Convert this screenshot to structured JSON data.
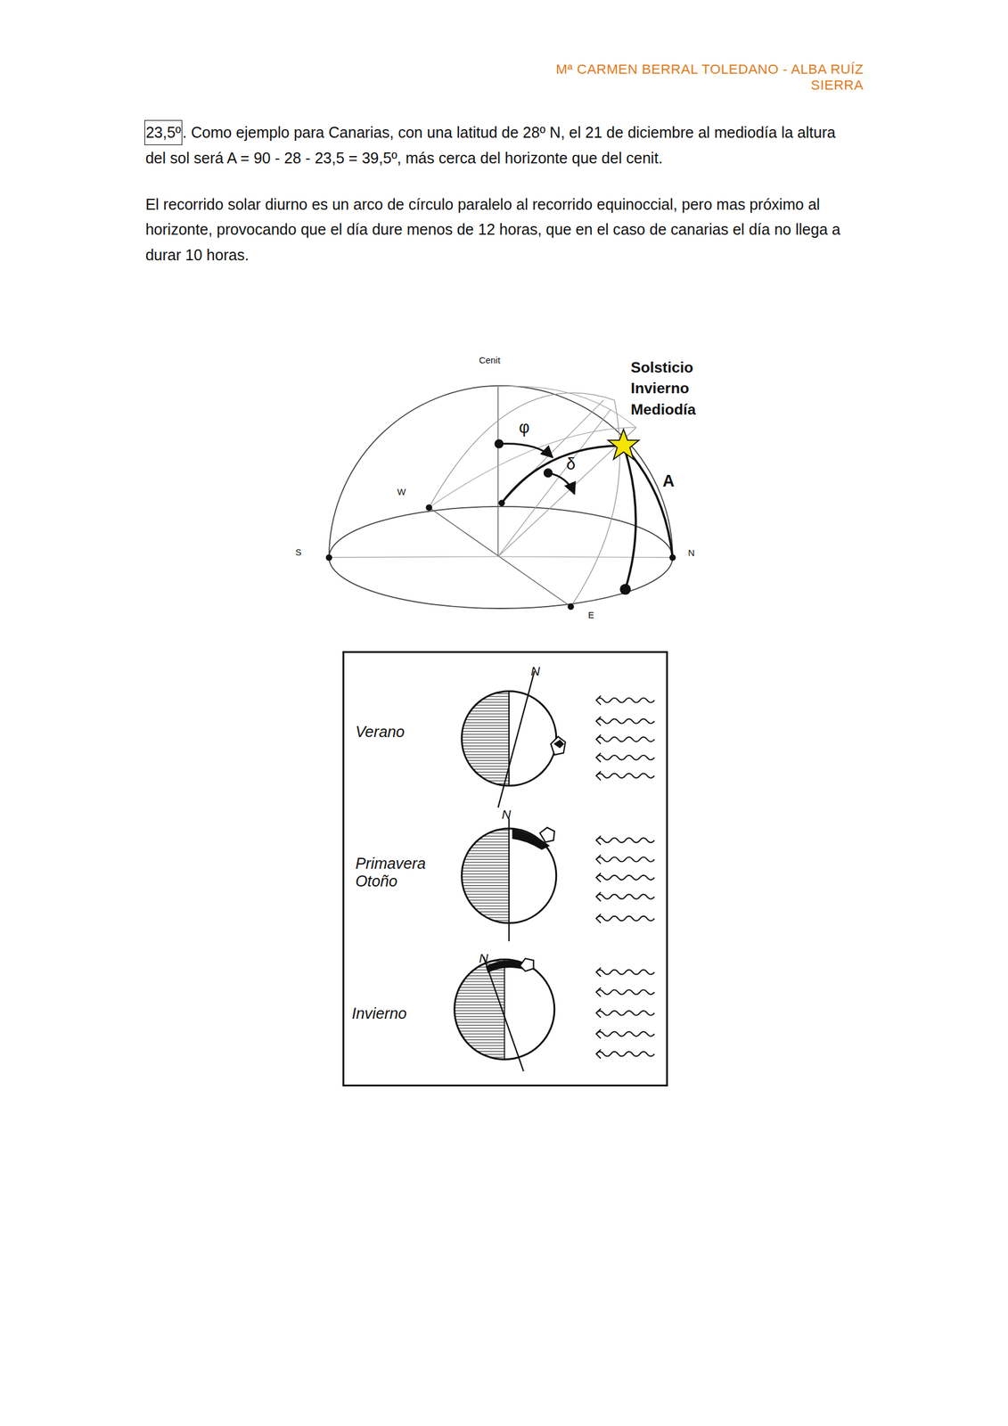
{
  "diagram": {
    "nodes": [
      {
        "text": [
          "23,5º"
        ]
      },
      {
        "text": [
          "Verano",
          "N",
          "Primavera Otoño",
          "N",
          "Invierno",
          "N"
        ]
      }
    ],
    "labels": [
      "Mª CARMEN BERRAL TOLEDANO -  ALBA RUÍZ SIERRA",
      ". Como ejemplo para Canarias, con una latitud de 28º N, el 21 de diciembre al mediodía la altura del sol será A = 90 - 28 - 23,5 = 39,5º, más cerca del horizonte que del cenit.",
      "El recorrido solar diurno es un arco de círculo paralelo al recorrido equinoccial, pero mas próximo al horizonte, provocando que el día dure menos de 12 horas, que en el caso de canarias el día no llega a durar 10 horas.",
      "Cenit",
      "W",
      "S",
      "N",
      "E",
      "φ",
      "δ",
      "A",
      "Solsticio Invierno Mediodía"
    ]
  }
}
